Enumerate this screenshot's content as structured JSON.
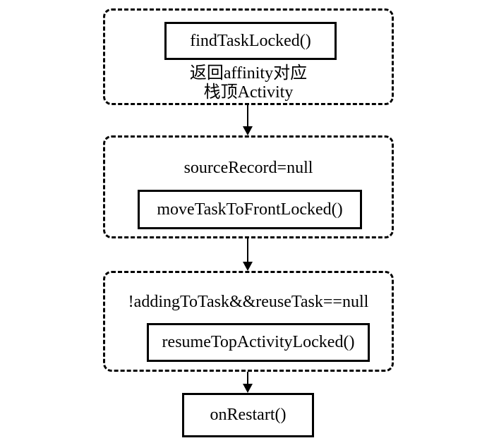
{
  "diagram": {
    "type": "flowchart",
    "colors": {
      "background": "#ffffff",
      "line": "#000000",
      "text": "#000000"
    },
    "stages": [
      {
        "method": "findTaskLocked()",
        "note_line1": "返回affinity对应",
        "note_line2": "栈顶Activity"
      },
      {
        "condition": "sourceRecord=null",
        "method": "moveTaskToFrontLocked()"
      },
      {
        "condition": "!addingToTask&&reuseTask==null",
        "method": "resumeTopActivityLocked()"
      }
    ],
    "final_step": {
      "method": "onRestart()"
    },
    "connectors": [
      {
        "from": "stage-1",
        "to": "stage-2",
        "direction": "down"
      },
      {
        "from": "stage-2",
        "to": "stage-3",
        "direction": "down"
      },
      {
        "from": "stage-3",
        "to": "final-step",
        "direction": "down"
      }
    ]
  }
}
